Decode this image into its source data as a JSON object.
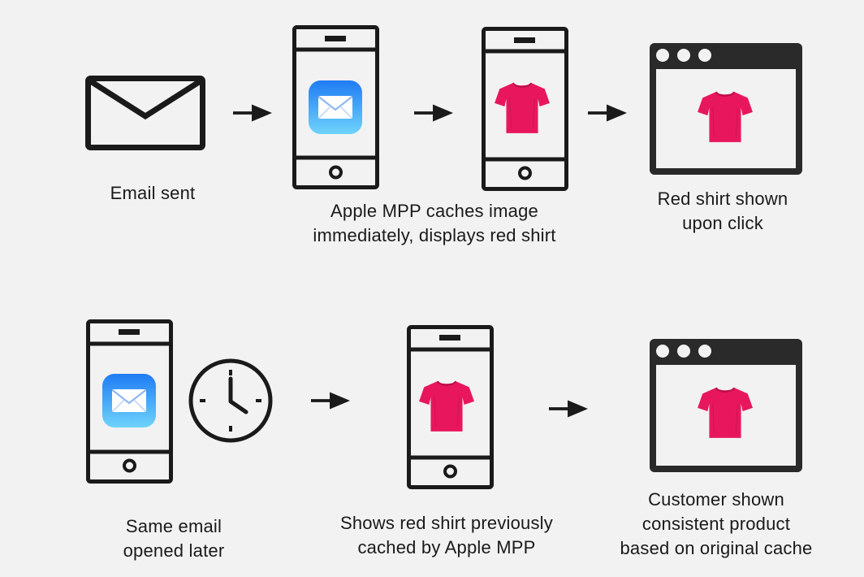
{
  "colors": {
    "background": "#f2f2f2",
    "outline": "#1a1a1a",
    "shirt": "#e8175d",
    "mail_gradient_top": "#1f7cf4",
    "mail_gradient_bottom": "#6fd3fb"
  },
  "icons": [
    "envelope-icon",
    "arrow-right-icon",
    "phone-icon",
    "mail-app-icon",
    "red-shirt-icon",
    "browser-window-icon",
    "clock-icon"
  ],
  "flow_top": {
    "step1": {
      "caption": [
        "Email sent"
      ]
    },
    "step2": {
      "caption": [
        "Apple MPP caches image",
        "immediately, displays red shirt"
      ]
    },
    "step3": {
      "caption": [
        "Red shirt shown",
        "upon click"
      ]
    }
  },
  "flow_bottom": {
    "step1": {
      "caption": [
        "Same email",
        "opened later"
      ]
    },
    "step2": {
      "caption": [
        "Shows red shirt previously",
        "cached by Apple MPP"
      ]
    },
    "step3": {
      "caption": [
        "Customer shown",
        "consistent product",
        "based on original cache"
      ]
    }
  }
}
